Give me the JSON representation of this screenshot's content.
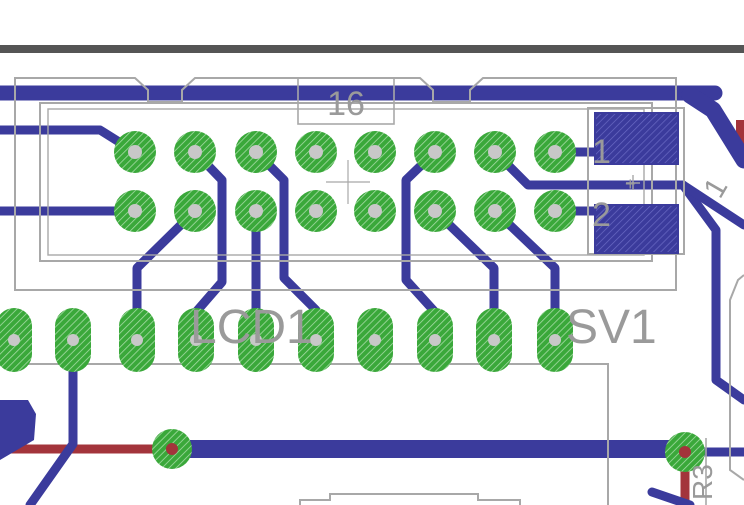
{
  "colors": {
    "background": "#ffffff",
    "top_copper": "#3b3b9c",
    "bottom_copper": "#a3343b",
    "pad_green": "#3aa83a",
    "pad_hatch": "#9ad49a",
    "silkscreen": "#a8a8a8",
    "silk_text": "#9a9a9a",
    "board_edge": "#555555"
  },
  "labels": {
    "pin_count": "16",
    "lcd_name": "LCD1",
    "header_name": "SV1",
    "cap_pin1": "1",
    "cap_pin2": "2",
    "cap_plus": "+",
    "right_cut": "1",
    "resistor": "R3"
  }
}
